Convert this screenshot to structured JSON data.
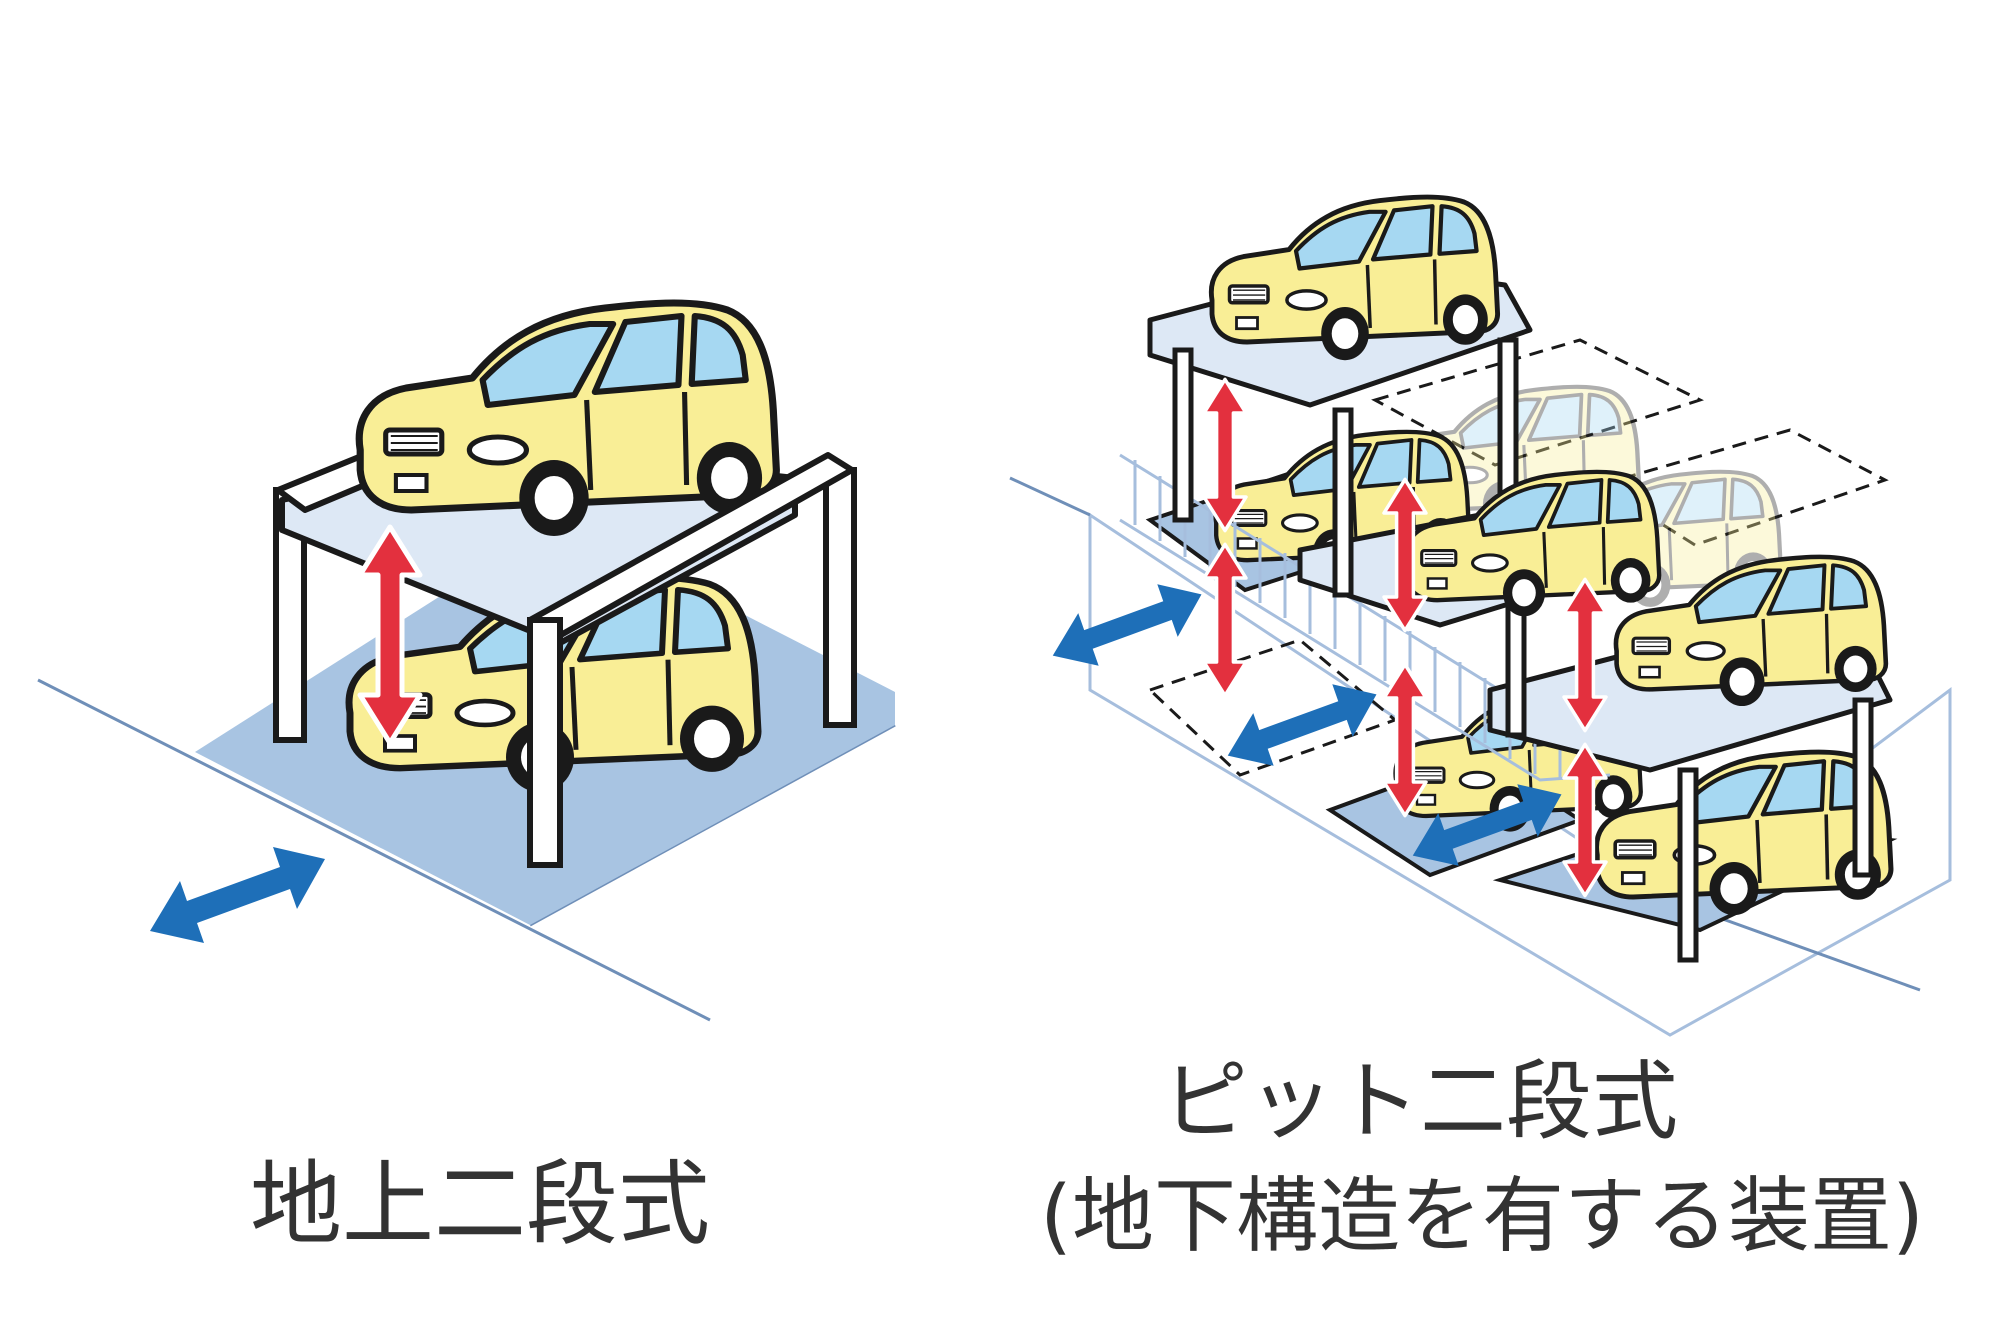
{
  "captions": {
    "left": "地上二段式",
    "right_line1": "ピット二段式",
    "right_line2": "(地下構造を有する装置)"
  },
  "colors": {
    "car_body": "#f9ee96",
    "car_glass": "#a6d8f2",
    "pad_blue": "#a8c4e2",
    "frame_white": "#ffffff",
    "outline": "#1a1a1a",
    "arrow_red": "#e3303e",
    "arrow_blue": "#1e6fb8",
    "ground_line": "#6f8fb8",
    "caption_text": "#333333"
  },
  "icons": [
    "car-icon",
    "vertical-lift-arrow-icon",
    "horizontal-move-arrow-icon"
  ]
}
